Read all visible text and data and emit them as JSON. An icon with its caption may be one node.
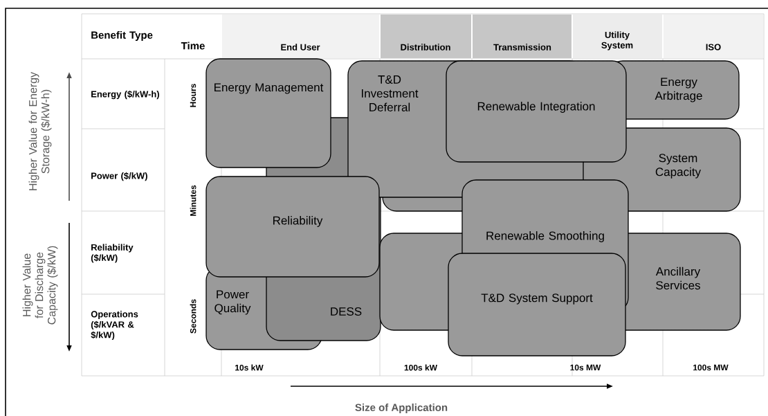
{
  "diagram": {
    "nodes": [
      {
        "text": [
          "Energy Management"
        ]
      },
      {
        "text": [
          "DESS"
        ]
      },
      {
        "text": [
          "T&D Investment Deferral"
        ]
      },
      {
        "text": [
          "Renewable Integration"
        ]
      },
      {
        "text": [
          "Energy Arbitrage"
        ]
      },
      {
        "text": [
          "System Capacity"
        ]
      },
      {
        "text": [
          "Reliability"
        ]
      },
      {
        "text": [
          "Power Quality"
        ]
      },
      {
        "text": [
          "Renewable Smoothing"
        ]
      },
      {
        "text": [
          "Ancillary Services"
        ]
      },
      {
        "text": [
          "T&D System Support"
        ]
      }
    ],
    "labels": [
      "Benefit Type",
      "Time",
      "End User",
      "Distribution",
      "Transmission",
      "Utility System",
      "ISO",
      "Energy ($/kW-h)",
      "Power ($/kW)",
      "Reliability ($/kW)",
      "Operations ($/kVAR & $/kW)",
      "Hours",
      "Minutes",
      "Seconds",
      "10s kW",
      "100s kW",
      "10s MW",
      "100s MW",
      "Higher Value for Energy Storage ($/kW-h)",
      "Higher Value for Discharge Capacity ($/kW)",
      "Size of Application"
    ]
  }
}
